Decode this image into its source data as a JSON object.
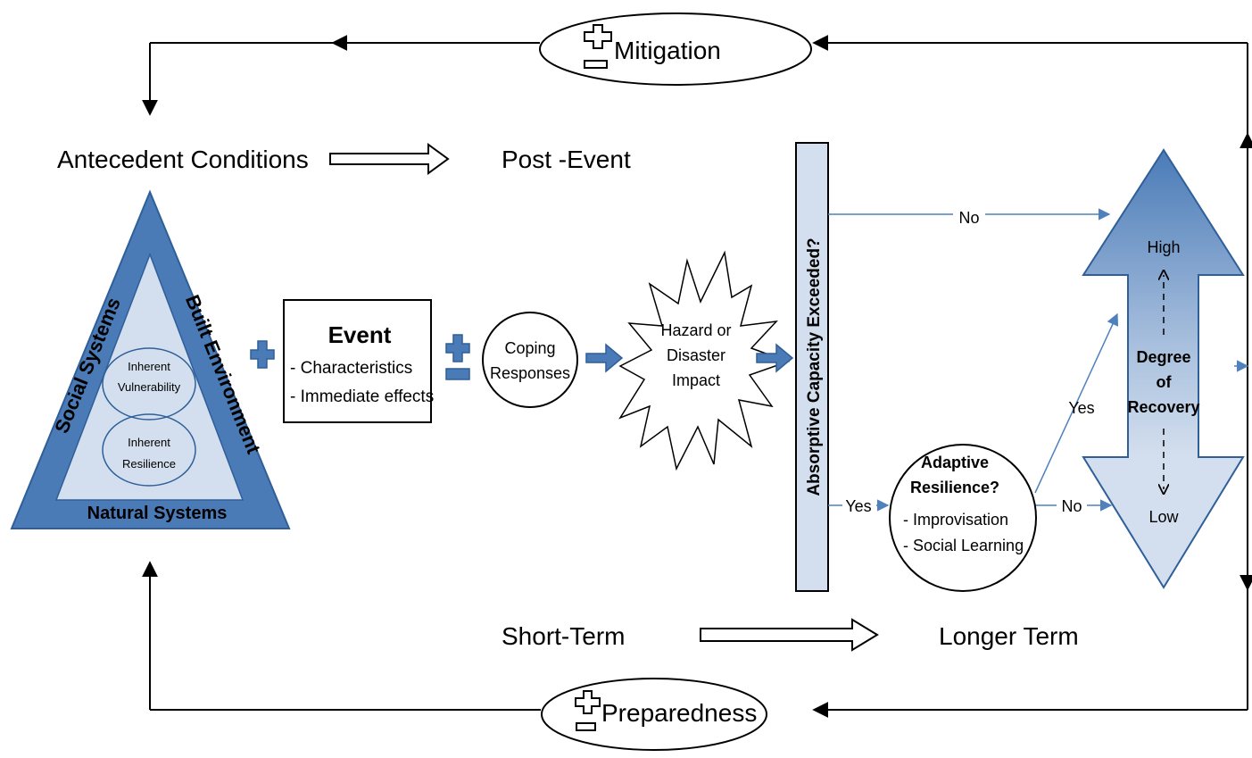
{
  "colors": {
    "blue": "#2f5f99",
    "blue_fill": "#4a7bb7",
    "light_fill": "#d3dfee",
    "line": "#000000",
    "thin_arrow": "#4f81bd"
  },
  "loop": {
    "mitigation": "Mitigation",
    "preparedness": "Preparedness"
  },
  "timeline": {
    "antecedent": "Antecedent Conditions",
    "post_event": "Post -Event",
    "short_term": "Short-Term",
    "longer_term": "Longer Term"
  },
  "triangle": {
    "left_side": "Social Systems",
    "right_side": "Built Environment",
    "bottom_side": "Natural Systems",
    "circle_top_line1": "Inherent",
    "circle_top_line2": "Vulnerability",
    "circle_bottom_line1": "Inherent",
    "circle_bottom_line2": "Resilience"
  },
  "event_box": {
    "title": "Event",
    "line1": "- Characteristics",
    "line2": "- Immediate effects"
  },
  "coping": {
    "line1": "Coping",
    "line2": "Responses"
  },
  "impact": {
    "line1": "Hazard or",
    "line2": "Disaster",
    "line3": "Impact"
  },
  "capacity_bar": "Absorptive Capacity Exceeded?",
  "branch": {
    "no_top": "No",
    "yes_left": "Yes",
    "yes_diag": "Yes",
    "no_right": "No"
  },
  "adaptive": {
    "title_line1": "Adaptive",
    "title_line2": "Resilience?",
    "item1": "- Improvisation",
    "item2": "- Social Learning"
  },
  "recovery": {
    "high": "High",
    "degree_line1": "Degree",
    "degree_line2": "of",
    "degree_line3": "Recovery",
    "low": "Low"
  }
}
